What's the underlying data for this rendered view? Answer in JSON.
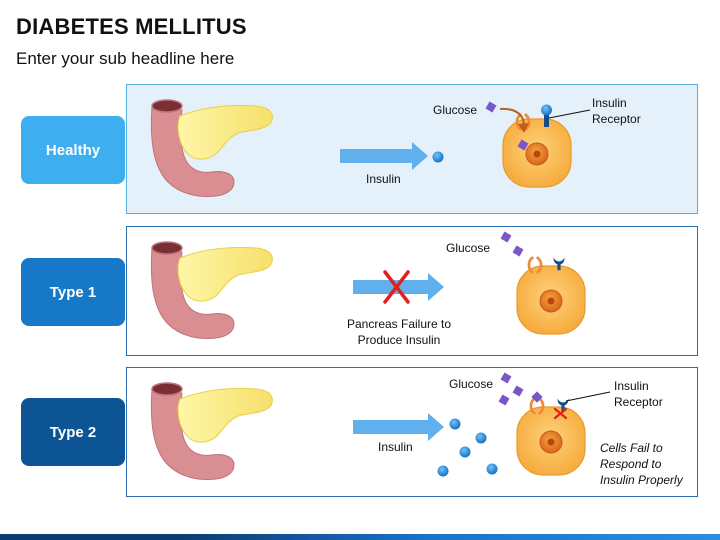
{
  "header": {
    "title": "DIABETES MELLITUS",
    "subtitle": "Enter your sub headline here"
  },
  "rows": [
    {
      "tab": "Healthy",
      "glucose": "Glucose",
      "insulin": "Insulin",
      "receptor": "Insulin Receptor"
    },
    {
      "tab": "Type 1",
      "glucose": "Glucose",
      "failure": "Pancreas Failure to Produce Insulin"
    },
    {
      "tab": "Type 2",
      "glucose": "Glucose",
      "insulin": "Insulin",
      "receptor": "Insulin Receptor",
      "note": "Cells Fail to Respond to Insulin Properly"
    }
  ],
  "colors": {
    "tab_healthy": "#3daef0",
    "tab_type1": "#1678c7",
    "tab_type2": "#0d5494",
    "arrow": "#5fb0ec",
    "cell": "#f7b64a",
    "glucose": "#7b56c9",
    "fail_mark": "#e0201e"
  }
}
